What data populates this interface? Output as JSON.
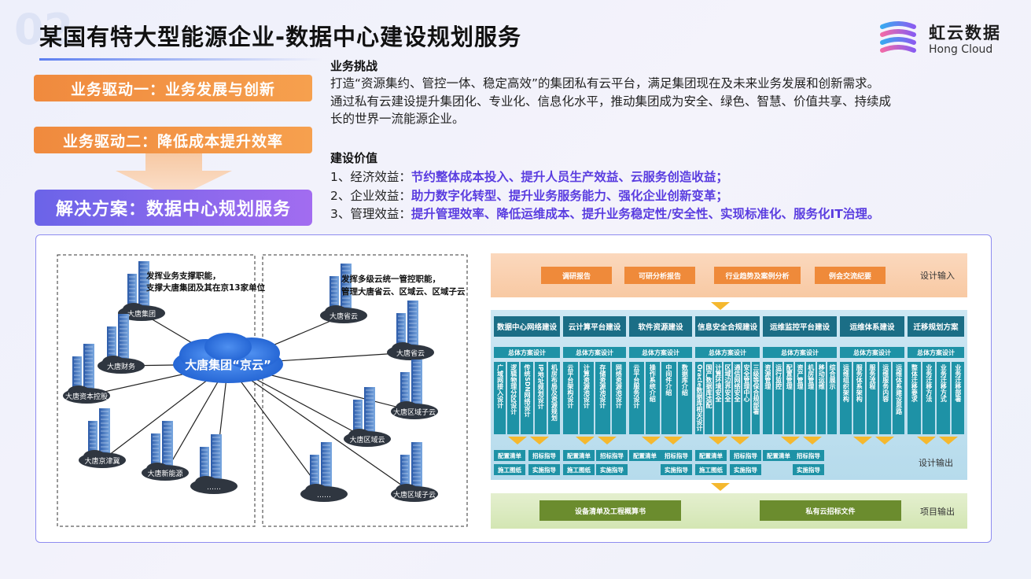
{
  "header": {
    "ghost_number": "02",
    "title": "某国有特大型能源企业-数据中心建设规划服务"
  },
  "logo": {
    "name_cn": "虹云数据",
    "name_en": "Hong Cloud"
  },
  "drivers": [
    {
      "label": "业务驱动一：业务发展与创新"
    },
    {
      "label": "业务驱动二：降低成本提升效率"
    }
  ],
  "solution": {
    "label": "解决方案：数据中心规划服务"
  },
  "challenge": {
    "heading": "业务挑战",
    "lines": [
      "打造“资源集约、管控一体、稳定高效”的集团私有云平台，满足集团现在及未来业务发展和创新需求。",
      "通过私有云建设提升集团化、专业化、信息化水平，推动集团成为安全、绿色、智慧、价值共享、持续成",
      "长的世界一流能源企业。"
    ]
  },
  "value": {
    "heading": "建设价值",
    "items": [
      {
        "label": "1、经济效益：",
        "text": "节约整体成本投入、提升人员生产效益、云服务创造收益；"
      },
      {
        "label": "2、企业效益：",
        "text": "助力数字化转型、提升业务服务能力、强化企业创新变革；"
      },
      {
        "label": "3、管理效益：",
        "text": "提升管理效率、降低运维成本、提升业务稳定性/安全性、实现标准化、服务化IT治理。"
      }
    ]
  },
  "network": {
    "box1_note": [
      "发挥业务支撑职能，",
      "支撑大唐集团及其在京13家单位"
    ],
    "box2_note": [
      "发挥多级云统一管控职能，",
      "管理大唐省云、区域云、区域子云"
    ],
    "center": "大唐集团“京云”",
    "nodes1": [
      "大唐集团",
      "大唐财务",
      "大唐资本控股",
      "大唐京津冀",
      "大唐新能源",
      "……"
    ],
    "nodes2": [
      "大唐省云",
      "大唐省云",
      "大唐区域子云",
      "大唐区域云",
      "……",
      "大唐区域子云"
    ]
  },
  "design": {
    "input_label": "设计输入",
    "inputs": [
      "调研报告",
      "可研分析报告",
      "行业趋势及案例分析",
      "例会交流纪要"
    ],
    "output_label": "设计输出",
    "project_label": "项目输出",
    "project_outputs": [
      "设备清单及工程概算书",
      "私有云招标文件"
    ],
    "overall": "总体方案设计",
    "columns": [
      {
        "title": "数据中心网络建设",
        "items": [
          "广域网接入设计",
          "逻辑物理分区设计",
          "传统SDN网络设计",
          "IP地址规划设计",
          "机房布局及资源规划"
        ]
      },
      {
        "title": "云计算平台建设",
        "items": [
          "云平台架构设计",
          "计算资源池设计",
          "存储资源池设计",
          "网络资源池设计"
        ]
      },
      {
        "title": "软件资源建设",
        "items": [
          "云平台服务设计",
          "操作系统介绍",
          "中间件介绍",
          "数据库介绍"
        ]
      },
      {
        "title": "信息安全合规建设",
        "items": [
          "Oracle数据库相关设计",
          "国产数据库适配",
          "计算环境安全",
          "区域边界安全",
          "通信网络安全",
          "安全管理中心",
          "三级等保合规部署"
        ]
      },
      {
        "title": "运维监控平台建设",
        "items": [
          "资源管理",
          "运行监控",
          "配置管理",
          "资产管理",
          "机房管理",
          "移动运维",
          "综合展示"
        ]
      },
      {
        "title": "运维体系建设",
        "items": [
          "运维组织架构",
          "服务体系架构",
          "服务流程",
          "运维服务内容",
          "运维体系建设思路"
        ]
      },
      {
        "title": "迁移规划方案",
        "items": [
          "整体迁移要求",
          "业务迁移方法",
          "业务迁移方式",
          "业务迁移部署"
        ]
      }
    ],
    "out_a": [
      "配置清单",
      "施工图纸"
    ],
    "out_b": [
      "招标指导",
      "实施指导"
    ],
    "out_c": [
      "配置清单"
    ],
    "out_d": [
      "招标指导",
      "实施指导"
    ]
  },
  "colors": {
    "orange": "#f08a3e",
    "purple": "#7a64ea",
    "teal": "#1e92a6",
    "accent_text": "#5a3de0"
  }
}
